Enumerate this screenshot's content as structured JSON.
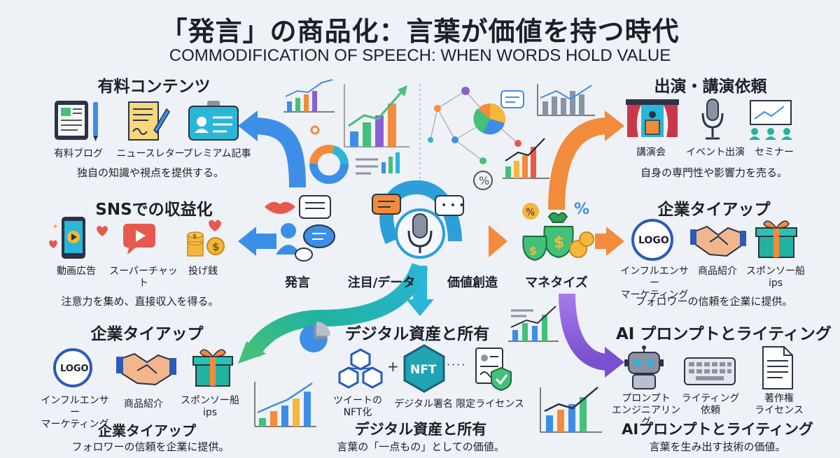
{
  "header": {
    "title": "「発言」の商品化：言葉が価値を持つ時代",
    "subtitle": "COMMODIFICATION OF SPEECH: WHEN WORDS HOLD VALUE"
  },
  "flow": {
    "speech": "発言",
    "attention": "注目/データ",
    "value_creation": "価値創造",
    "monetize": "マネタイズ"
  },
  "paid_content": {
    "title": "有料コンテンツ",
    "items": [
      "有料ブログ",
      "ニュースレター",
      "プレミアム記事"
    ],
    "desc": "独自の知識や視点を提供する。"
  },
  "sns": {
    "title": "SNSでの収益化",
    "items": [
      "動画広告",
      "スーパーチャット",
      "投げ銭"
    ],
    "desc": "注意力を集め、直接収入を得る。"
  },
  "tieup_left": {
    "title": "企業タイアップ",
    "logo": "LOGO",
    "items": [
      "インフルエンサー\nマーケティング",
      "商品紹介",
      "スポンソー船\nips"
    ],
    "bottom_title": "企業タイアップ",
    "desc": "フォロワーの信頼を企業に提供。"
  },
  "digital": {
    "title": "デジタル資産と所有",
    "nft": "NFT",
    "items": [
      "ツイートの\nNFT化",
      "デジタル署名",
      "限定ライセンス"
    ],
    "bottom_title": "デジタル資産と所有",
    "desc": "言葉の「一点もの」としての価値。"
  },
  "speaking": {
    "title": "出演・講演依頼",
    "items": [
      "講演会",
      "イベント出演",
      "セミナー"
    ],
    "desc": "自身の専門性や影響力を売る。"
  },
  "tieup_right": {
    "title": "企業タイアップ",
    "logo": "LOGO",
    "items": [
      "インフルエンサー\nマーケティング",
      "商品紹介",
      "スポンソー船\nips"
    ],
    "desc": "フォロワーの信頼を企業に提供。"
  },
  "ai": {
    "title": "AI プロンプトとライティング",
    "items": [
      "プロンプト\nエンジニアリング",
      "ライティング\n依頼",
      "著作権\nライセンス"
    ],
    "bottom_title": "AIプロンプトとライティング",
    "desc": "言葉を生み出す技術の価値。"
  },
  "decor": {
    "percent": "%",
    "dollar": "$"
  },
  "colors": {
    "blue": "#3d8ee6",
    "cyan": "#29b6d9",
    "teal": "#21b3a0",
    "green": "#43c07a",
    "orange": "#f28b3c",
    "purple": "#8b5fd6",
    "yellow": "#f5b73b",
    "red": "#e65a4e",
    "dark": "#1b1f2a"
  }
}
